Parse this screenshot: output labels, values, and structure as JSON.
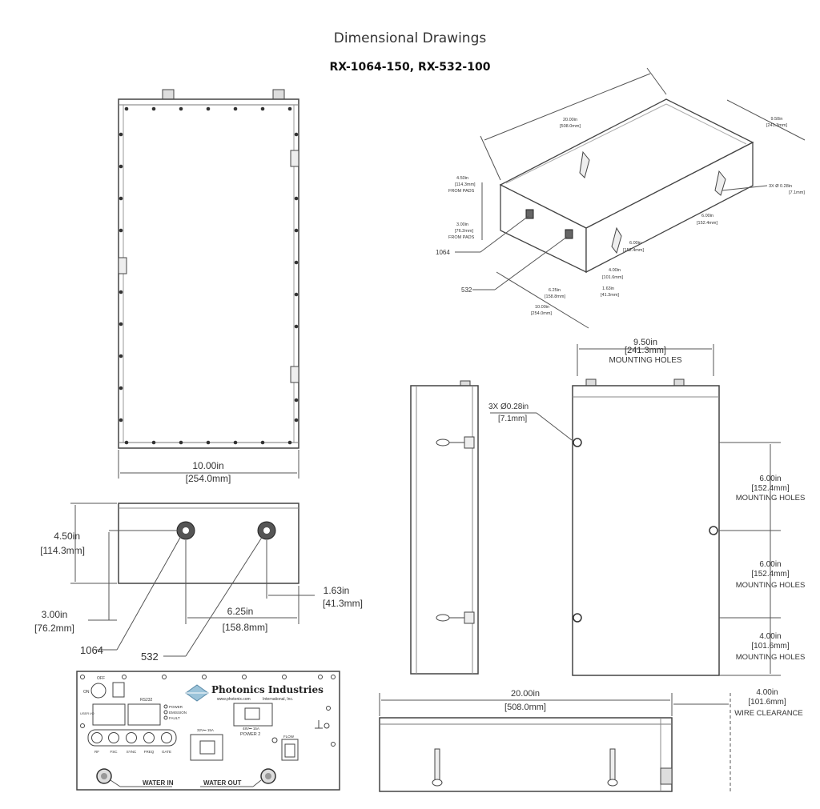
{
  "header": {
    "title": "Dimensional Drawings",
    "subtitle": "RX-1064-150, RX-532-100"
  },
  "top_view": {
    "width_in": "10.00in",
    "width_mm": "[254.0mm]"
  },
  "front_view": {
    "height_in": "4.50in",
    "height_mm": "[114.3mm]",
    "port_low_in": "3.00in",
    "port_low_mm": "[76.2mm]",
    "port_spacing_in": "6.25in",
    "port_spacing_mm": "[158.8mm]",
    "port_edge_in": "1.63in",
    "port_edge_mm": "[41.3mm]",
    "port_1064": "1064",
    "port_532": "532"
  },
  "iso_view": {
    "length_in": "20.00in",
    "length_mm": "[508.0mm]",
    "depth_in": "9.50in",
    "depth_mm": "[241.3mm]",
    "h_pads_in": "4.50in",
    "h_pads_mm": "[114.3mm]",
    "from_pads_1": "FROM PADS",
    "port_h_in": "3.00in",
    "port_h_mm": "[76.2mm]",
    "from_pads_2": "FROM PADS",
    "hole_note": "3X  Ø 0.28in",
    "hole_mm": "[7.1mm]",
    "m1_in": "6.00in",
    "m1_mm": "[152.4mm]",
    "m2_in": "6.00in",
    "m2_mm": "[152.4mm]",
    "m3_in": "4.00in",
    "m3_mm": "[101.6mm]",
    "pe_in": "1.63in",
    "pe_mm": "[41.3mm]",
    "ps_in": "6.25in",
    "ps_mm": "[158.8mm]",
    "w_in": "10.00in",
    "w_mm": "[254.0mm]",
    "label_1064": "1064",
    "label_532": "532"
  },
  "side_view": {
    "holes_span_in": "9.50in",
    "holes_span_mm": "[241.3mm]",
    "holes_span_note": "MOUNTING HOLES",
    "hole_note": "3X  Ø0.28in",
    "hole_mm": "[7.1mm]",
    "m1_in": "6.00in",
    "m1_mm": "[152.4mm]",
    "m1_note": "MOUNTING HOLES",
    "m2_in": "6.00in",
    "m2_mm": "[152.4mm]",
    "m2_note": "MOUNTING HOLES",
    "m3_in": "4.00in",
    "m3_mm": "[101.6mm]",
    "m3_note": "MOUNTING HOLES"
  },
  "bottom_view": {
    "length_in": "20.00in",
    "length_mm": "[508.0mm]",
    "clear_in": "4.00in",
    "clear_mm": "[101.6mm]",
    "clear_note": "WIRE CLEARANCE"
  },
  "rear_panel": {
    "brand": "Photonics Industries",
    "website": "www.photonix.com",
    "company": "International, Inc.",
    "on": "ON",
    "off": "OFF",
    "status_power": "POWER",
    "status_emission": "EMISSION",
    "status_fault": "FAULT",
    "rs232": "RS232",
    "user_io": "USER I/O",
    "bnc_labels": [
      "RF",
      "FSC",
      "SYNC",
      "FREQ",
      "GATE"
    ],
    "power1": "32V⎓ 15A",
    "power2_rating": "48V⎓ 15A",
    "power2": "POWER 2",
    "flow": "FLOW",
    "water_in": "WATER IN",
    "water_out": "WATER OUT"
  }
}
